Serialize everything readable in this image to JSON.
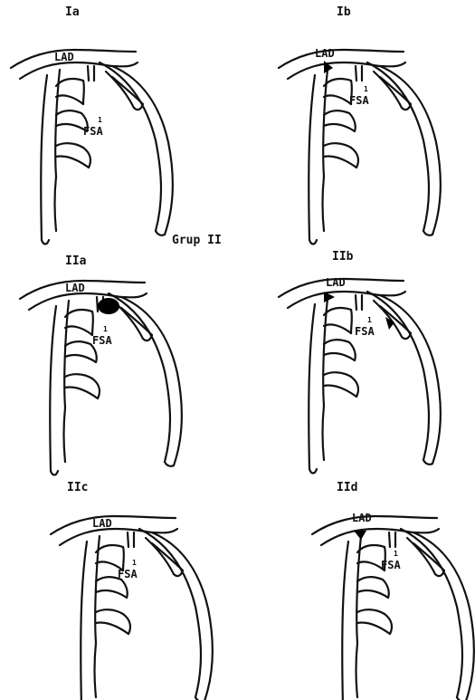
{
  "group_title": "Grup II",
  "panels": [
    {
      "id": "Ia",
      "title": "Ia"
    },
    {
      "id": "Ib",
      "title": "Ib"
    },
    {
      "id": "IIa",
      "title": "IIa"
    },
    {
      "id": "IIb",
      "title": "IIb"
    },
    {
      "id": "IIc",
      "title": "IIc"
    },
    {
      "id": "IId",
      "title": "IId"
    }
  ],
  "labels": {
    "lad": "LAD",
    "fsa": "FSA",
    "sub": "1"
  },
  "colors": {
    "line": "#111111",
    "lesion": "#000000"
  }
}
